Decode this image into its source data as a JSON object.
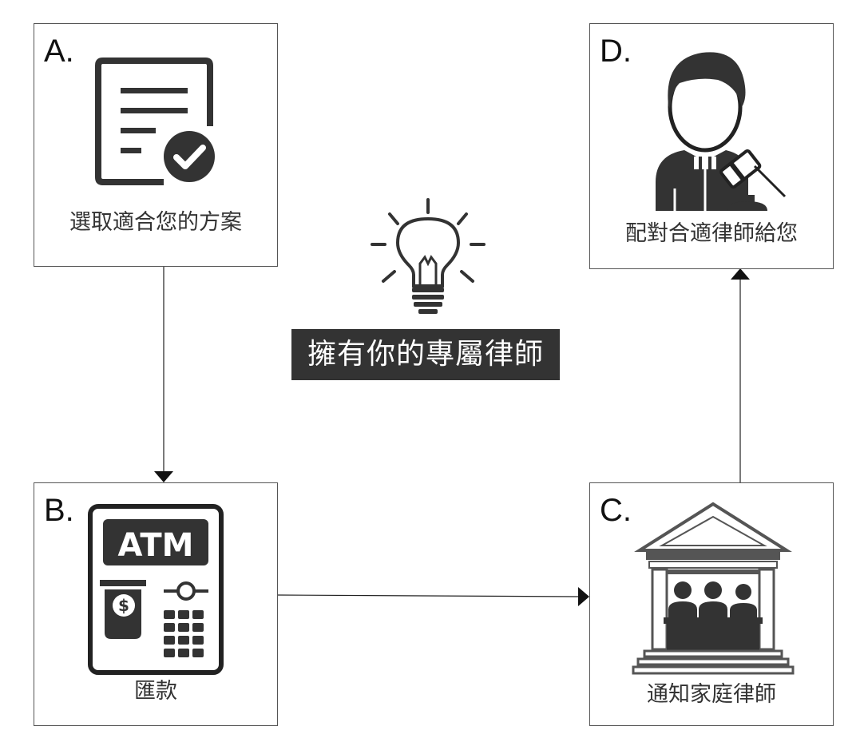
{
  "steps": [
    {
      "letter": "A.",
      "label": "選取適合您的方案",
      "icon": "document-checkmark-icon"
    },
    {
      "letter": "B.",
      "label": "匯款",
      "icon": "atm-icon"
    },
    {
      "letter": "C.",
      "label": "通知家庭律師",
      "icon": "courthouse-icon"
    },
    {
      "letter": "D.",
      "label": "配對合適律師給您",
      "icon": "judge-gavel-icon"
    }
  ],
  "center": {
    "label": "擁有你的專屬律師",
    "icon": "lightbulb-icon"
  },
  "atm_text": "ATM",
  "flow": [
    "A→B",
    "B→C",
    "C→D"
  ],
  "colors": {
    "icon": "#333333",
    "border": "#555555",
    "label_bg": "#333333",
    "label_text": "#ffffff"
  }
}
